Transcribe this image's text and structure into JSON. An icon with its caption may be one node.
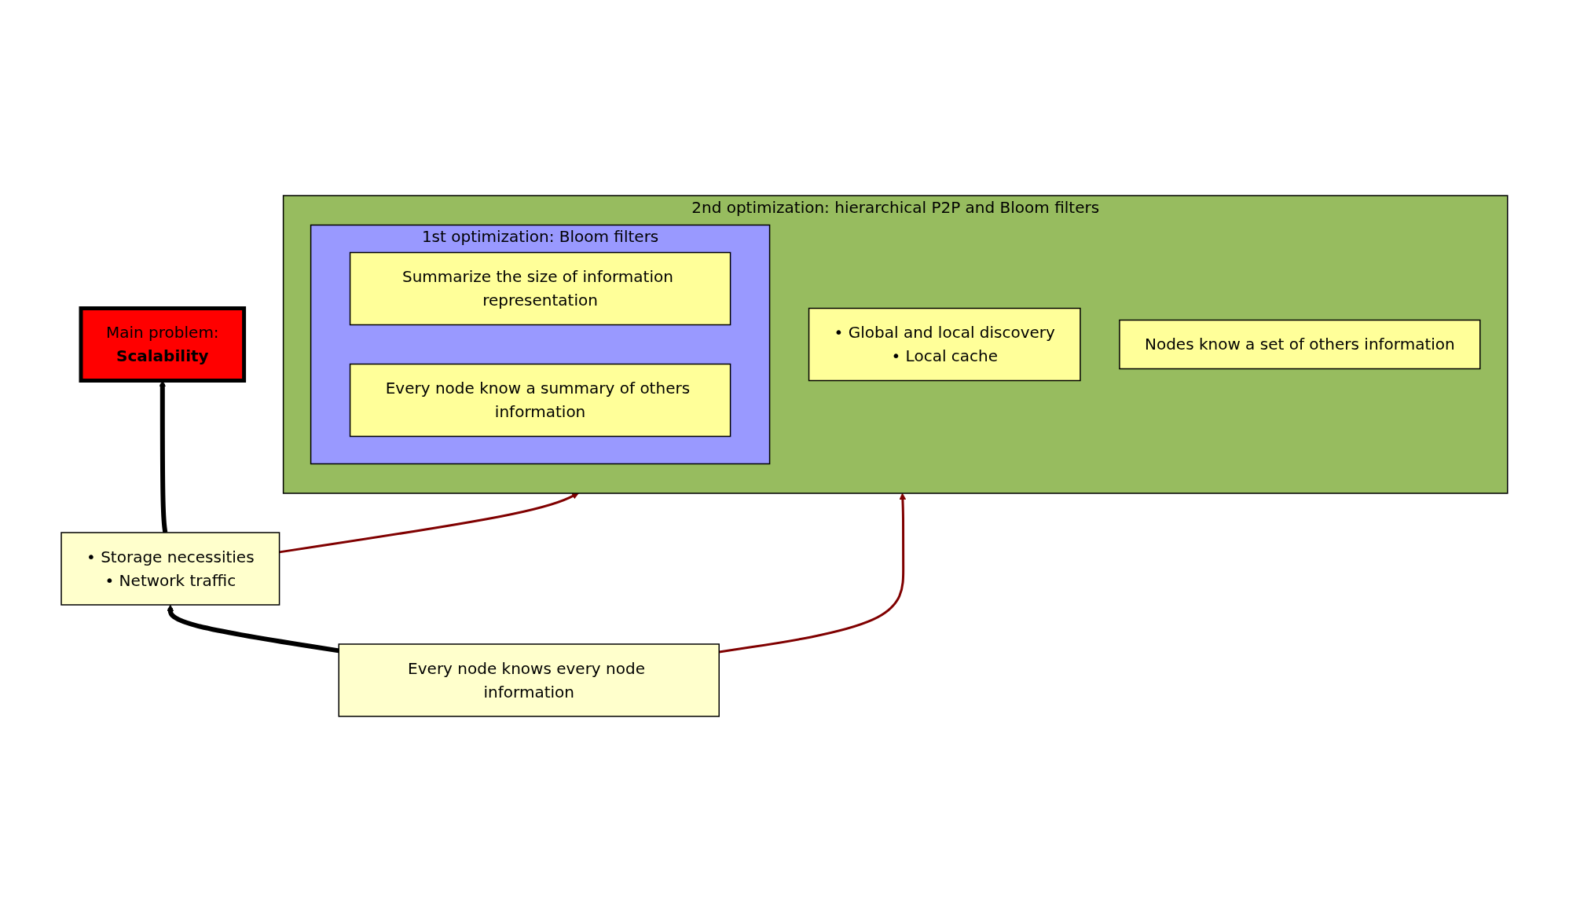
{
  "diagram": {
    "nodes": [
      {
        "text": [
          "Main problem:",
          "Scalability"
        ]
      },
      {
        "text": [
          "• Storage necessities",
          "• Network traffic"
        ]
      },
      {
        "text": [
          "Every node knows every node information"
        ]
      },
      {
        "text": [
          "2nd optimization: hierarchical P2P and Bloom filters"
        ]
      },
      {
        "text": [
          "1st optimization: Bloom filters"
        ],
        "in": 3
      },
      {
        "text": [
          "Summarize the size of information representation"
        ],
        "in": 4
      },
      {
        "text": [
          "Every node know a summary of others information"
        ],
        "in": 4
      },
      {
        "text": [
          "• Global and local discovery",
          "• Local cache"
        ],
        "in": 3
      },
      {
        "text": [
          "Nodes know a set of others information"
        ],
        "in": 3
      }
    ],
    "edges": [
      {
        "from": 2,
        "to": 1,
        "arrow": "to",
        "style": "thick"
      },
      {
        "from": 1,
        "to": 0,
        "arrow": "to",
        "style": "thick"
      },
      {
        "from": 1,
        "to": 3,
        "arrow": "to",
        "color": "#800000"
      },
      {
        "from": 2,
        "to": 3,
        "arrow": "to",
        "color": "#800000"
      }
    ]
  }
}
